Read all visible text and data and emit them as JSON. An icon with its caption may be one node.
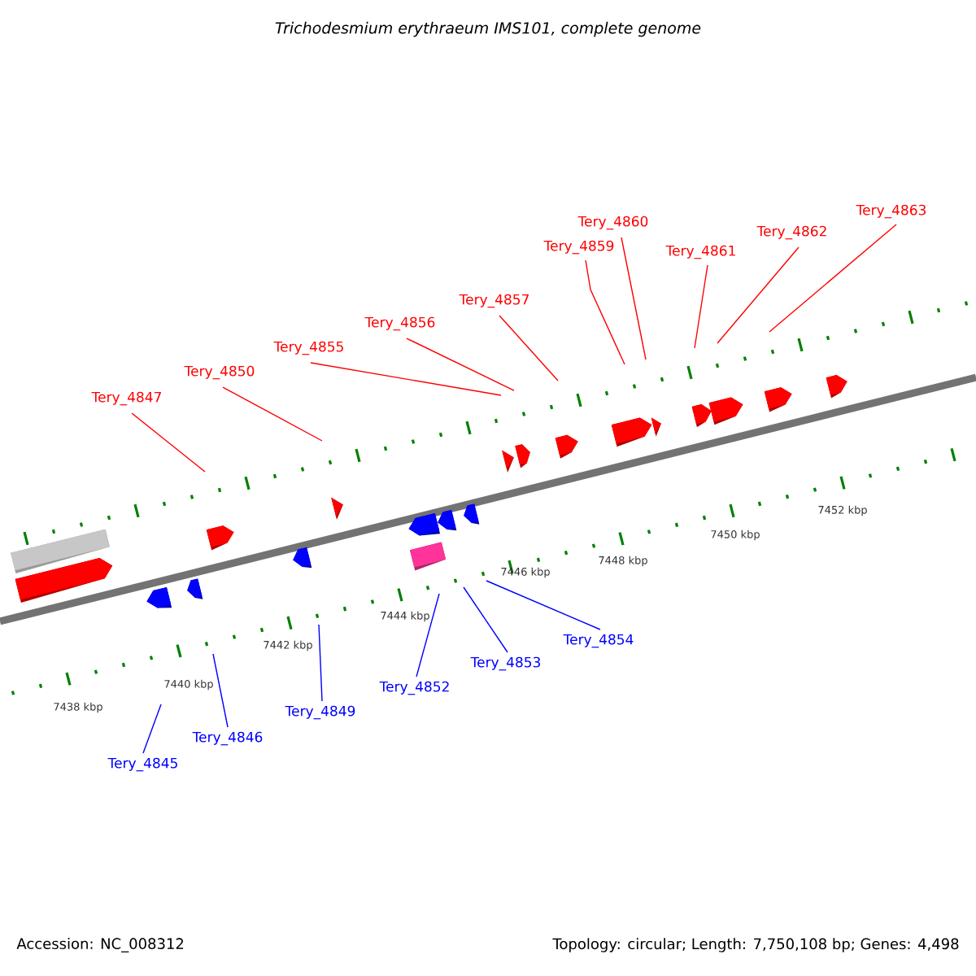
{
  "diagram": {
    "title": "Trichodesmium erythraeum IMS101, complete genome",
    "nodes": [
      {
        "text": [
          "Tery_4847"
        ]
      },
      {
        "text": [
          "Tery_4850"
        ]
      },
      {
        "text": [
          "Tery_4855"
        ]
      },
      {
        "text": [
          "Tery_4856"
        ]
      },
      {
        "text": [
          "Tery_4857"
        ]
      },
      {
        "text": [
          "Tery_4859"
        ]
      },
      {
        "text": [
          "Tery_4860"
        ]
      },
      {
        "text": [
          "Tery_4861"
        ]
      },
      {
        "text": [
          "Tery_4862"
        ]
      },
      {
        "text": [
          "Tery_4863"
        ]
      },
      {
        "text": [
          "Tery_4845"
        ]
      },
      {
        "text": [
          "Tery_4846"
        ]
      },
      {
        "text": [
          "Tery_4849"
        ]
      },
      {
        "text": [
          "Tery_4852"
        ]
      },
      {
        "text": [
          "Tery_4853"
        ]
      },
      {
        "text": [
          "Tery_4854"
        ]
      }
    ],
    "edges": [
      {
        "from": 0,
        "to": null,
        "arrow": "none"
      },
      {
        "from": 1,
        "to": null,
        "arrow": "none"
      },
      {
        "from": 2,
        "to": null,
        "arrow": "none"
      },
      {
        "from": 3,
        "to": null,
        "arrow": "none"
      },
      {
        "from": 4,
        "to": null,
        "arrow": "none"
      },
      {
        "from": 5,
        "to": null,
        "arrow": "none"
      },
      {
        "from": 6,
        "to": null,
        "arrow": "none"
      },
      {
        "from": 7,
        "to": null,
        "arrow": "none"
      },
      {
        "from": 8,
        "to": null,
        "arrow": "none"
      },
      {
        "from": 9,
        "to": null,
        "arrow": "none"
      },
      {
        "from": 10,
        "to": null,
        "arrow": "none",
        "color": "#0000ff"
      },
      {
        "from": 11,
        "to": null,
        "arrow": "none",
        "color": "#0000ff"
      },
      {
        "from": 12,
        "to": null,
        "arrow": "none",
        "color": "#0000ff"
      },
      {
        "from": 13,
        "to": null,
        "arrow": "none",
        "color": "#0000ff"
      },
      {
        "from": 14,
        "to": null,
        "arrow": "none",
        "color": "#0000ff"
      },
      {
        "from": 15,
        "to": null,
        "arrow": "none",
        "color": "#0000ff"
      }
    ],
    "labels": [
      "7438 kbp",
      "7440 kbp",
      "7442 kbp",
      "7444 kbp",
      "7446 kbp",
      "7448 kbp",
      "7450 kbp",
      "7452 kbp",
      "Accession: NC_008312",
      "Topology: circular; Length: 7,750,108 bp; Genes: 4,498"
    ]
  }
}
